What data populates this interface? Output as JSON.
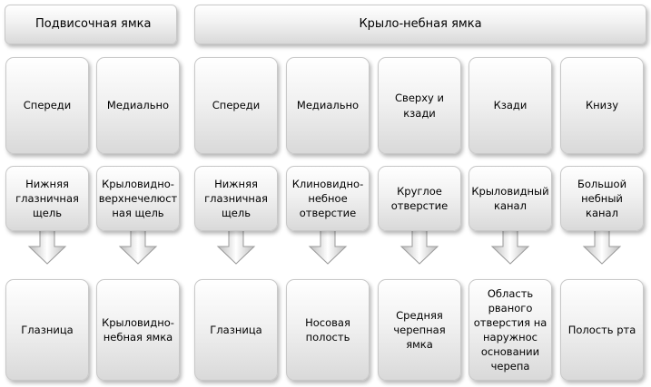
{
  "headers": {
    "left": "Подвисочная ямка",
    "right": "Крыло-небная ямка"
  },
  "columns": [
    {
      "direction": "Спереди",
      "opening": "Нижняя\nглазничная\nщель",
      "destination": "Глазница"
    },
    {
      "direction": "Медиально",
      "opening": "Крыловидно-\nверхнечелюст\nная щель",
      "destination": "Крыловидно-\nнебная ямка"
    },
    {
      "direction": "Спереди",
      "opening": "Нижняя\nглазничная\nщель",
      "destination": "Глазница"
    },
    {
      "direction": "Медиально",
      "opening": "Клиновидно-\nнебное\nотверстие",
      "destination": "Носовая\nполость"
    },
    {
      "direction": "Сверху и\nкзади",
      "opening": "Круглое\nотверстие",
      "destination": "Средняя\nчерепная\nямка"
    },
    {
      "direction": "Кзади",
      "opening": "Крыловидный\nканал",
      "destination": "Область\nрваного\nотверстия на\nнаружнос\nосновании\nчерепа"
    },
    {
      "direction": "Книзу",
      "opening": "Большой\nнебный канал",
      "destination": "Полость рта"
    }
  ]
}
